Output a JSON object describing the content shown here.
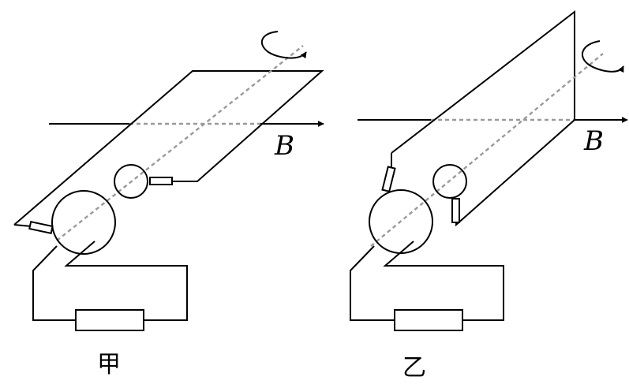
{
  "field_label": "B",
  "panels": [
    {
      "caption": "甲"
    },
    {
      "caption": "乙"
    }
  ]
}
